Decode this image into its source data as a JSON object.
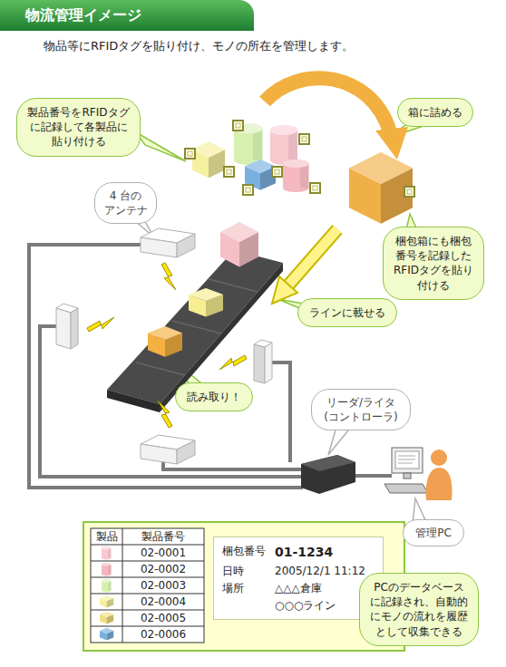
{
  "diagram": {
    "title": "物流管理イメージ",
    "nodes": [
      {
        "text": [
          "製品番号をRFIDタグに記録して各製品に貼り付ける"
        ]
      },
      {
        "text": [
          "箱に詰める"
        ]
      },
      {
        "text": [
          "4 台の アンテナ"
        ]
      },
      {
        "text": [
          "梱包箱にも梱包番号を記録したRFIDタグを貼り付ける"
        ]
      },
      {
        "text": [
          "ラインに載せる"
        ]
      },
      {
        "text": [
          "読み取り！"
        ]
      },
      {
        "text": [
          "リーダ/ライタ (コントローラ)"
        ]
      },
      {
        "text": [
          "管理PC"
        ]
      },
      {
        "text": [
          "梱包番号",
          "01-1234",
          "日時",
          "2005/12/1 11:12",
          "場所",
          "△△△倉庫",
          "○○○ライン"
        ]
      },
      {
        "text": [
          "PCのデータベースに記録され、自動的にモノの流れを履歴として収集できる"
        ]
      }
    ],
    "labels": [
      "物品等にRFIDタグを貼り付け、モノの所在を管理します。",
      "製品",
      "製品番号",
      "02-0001",
      "02-0002",
      "02-0003",
      "02-0004",
      "02-0005",
      "02-0006"
    ]
  }
}
